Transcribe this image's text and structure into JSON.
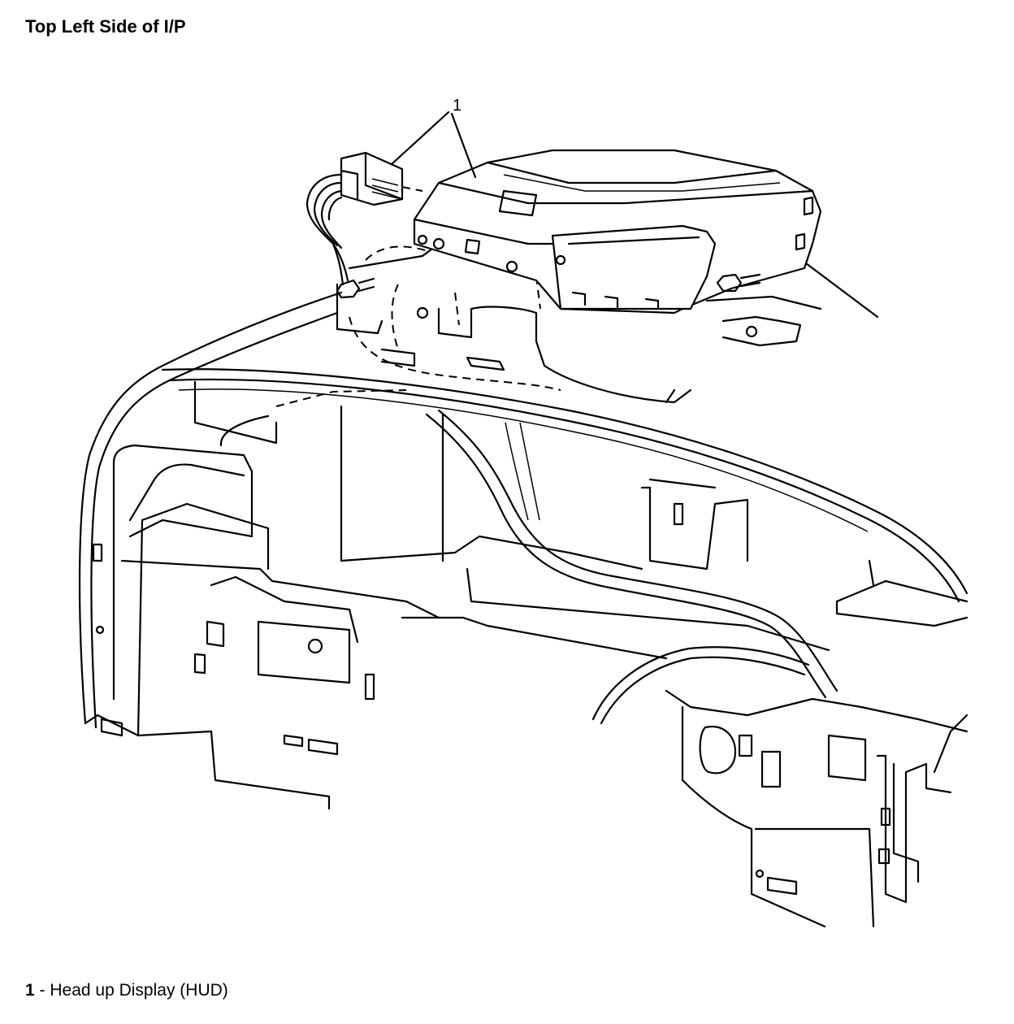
{
  "title": "Top Left Side of I/P",
  "callout": {
    "number": "1"
  },
  "legend": [
    {
      "number": "1",
      "separator": " - ",
      "label": "Head up Display (HUD)"
    }
  ]
}
